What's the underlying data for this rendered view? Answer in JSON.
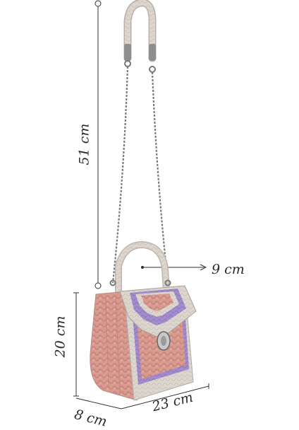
{
  "image": {
    "subject": "handbag",
    "palette": {
      "bag_cream": "#ddd6cf",
      "bag_pink": "#d6958c",
      "bag_lavender": "#9c86c4",
      "chain_gray": "#7a7a7a",
      "line_dark": "#2a2a2a"
    }
  },
  "dimensions": {
    "height_total": "51 cm",
    "handle_drop": "9 cm",
    "height_body": "20 cm",
    "depth": "8 cm",
    "width": "23 cm"
  }
}
